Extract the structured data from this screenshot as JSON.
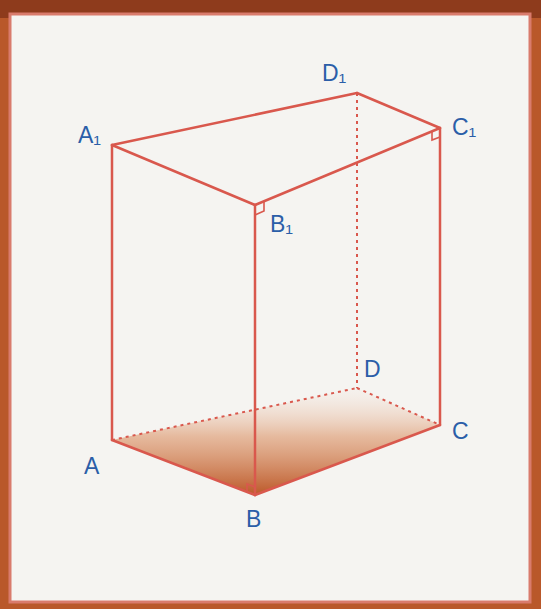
{
  "diagram": {
    "labels": [
      "A₁",
      "D₁",
      "C₁",
      "B₁",
      "D",
      "A",
      "B",
      "C"
    ]
  }
}
